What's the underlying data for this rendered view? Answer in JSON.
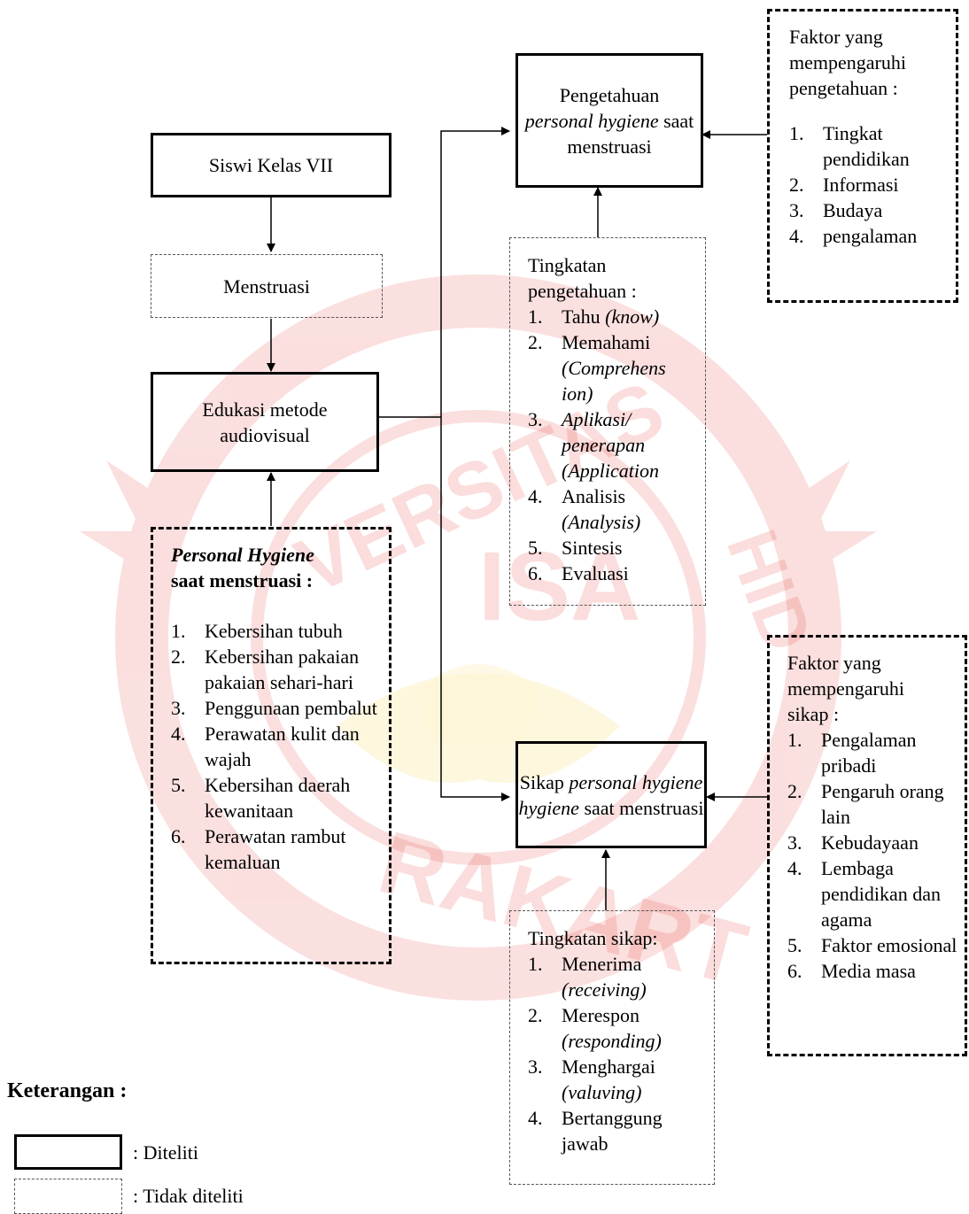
{
  "nodes": {
    "siswi": "Siswi Kelas VII",
    "menstruasi": "Menstruasi",
    "edukasi": "Edukasi metode audiovisual",
    "pengetahuan": {
      "a": "Pengetahuan",
      "b": "personal hygiene",
      "c": "saat menstruasi"
    },
    "sikap": {
      "a": "Sikap",
      "b": "personal hygiene",
      "c": "saat menstruasi"
    }
  },
  "personal_hygiene": {
    "title_italic": "Personal Hygiene",
    "title_rest": "saat menstruasi :",
    "items": [
      {
        "n": "1.",
        "t": "Kebersihan tubuh"
      },
      {
        "n": "2.",
        "t": "Kebersihan pakaian pakaian sehari-hari"
      },
      {
        "n": "3.",
        "t": "Penggunaan pembalut"
      },
      {
        "n": "4.",
        "t": "Perawatan kulit dan wajah"
      },
      {
        "n": "5.",
        "t": "Kebersihan daerah kewanitaan"
      },
      {
        "n": "6.",
        "t": "Perawatan rambut kemaluan"
      }
    ]
  },
  "tingkatan_pengetahuan": {
    "title": "Tingkatan pengetahuan :",
    "items": [
      {
        "n": "1.",
        "t": "Tahu",
        "e": "(know)"
      },
      {
        "n": "2.",
        "t": "Memahami",
        "e": "(Comprehens ion)"
      },
      {
        "n": "3.",
        "t": "",
        "e": "Aplikasi/ penerapan (Application"
      },
      {
        "n": "4.",
        "t": "Analisis",
        "e": "(Analysis)"
      },
      {
        "n": "5.",
        "t": "Sintesis",
        "e": ""
      },
      {
        "n": "6.",
        "t": "Evaluasi",
        "e": ""
      }
    ]
  },
  "faktor_pengetahuan": {
    "title": "Faktor yang mempengaruhi pengetahuan :",
    "items": [
      {
        "n": "1.",
        "t": "Tingkat pendidikan"
      },
      {
        "n": "2.",
        "t": "Informasi"
      },
      {
        "n": "3.",
        "t": "Budaya"
      },
      {
        "n": "4.",
        "t": "pengalaman"
      }
    ]
  },
  "faktor_sikap": {
    "title": "Faktor yang mempengaruhi sikap :",
    "items": [
      {
        "n": "1.",
        "t": "Pengalaman pribadi"
      },
      {
        "n": "2.",
        "t": "Pengaruh orang lain"
      },
      {
        "n": "3.",
        "t": "Kebudayaan"
      },
      {
        "n": "4.",
        "t": "Lembaga pendidikan dan agama"
      },
      {
        "n": "5.",
        "t": "Faktor emosional"
      },
      {
        "n": "6.",
        "t": "Media masa"
      }
    ]
  },
  "tingkatan_sikap": {
    "title": "Tingkatan sikap:",
    "items": [
      {
        "n": "1.",
        "t": "Menerima",
        "e": "(receiving)"
      },
      {
        "n": "2.",
        "t": "Merespon",
        "e": "(responding)"
      },
      {
        "n": "3.",
        "t": "Menghargai",
        "e": "(valuving)"
      },
      {
        "n": "4.",
        "t": "Bertanggung jawab",
        "e": ""
      }
    ]
  },
  "legend": {
    "title": "Keterangan :",
    "diteliti": ": Diteliti",
    "tidak_diteliti": ": Tidak diteliti"
  },
  "watermark": {
    "color": "#e2403a",
    "accent": "#f2c200",
    "line1": "VERSITAS",
    "line2": "ISA",
    "line3": "RAKART",
    "line4": "HID"
  }
}
